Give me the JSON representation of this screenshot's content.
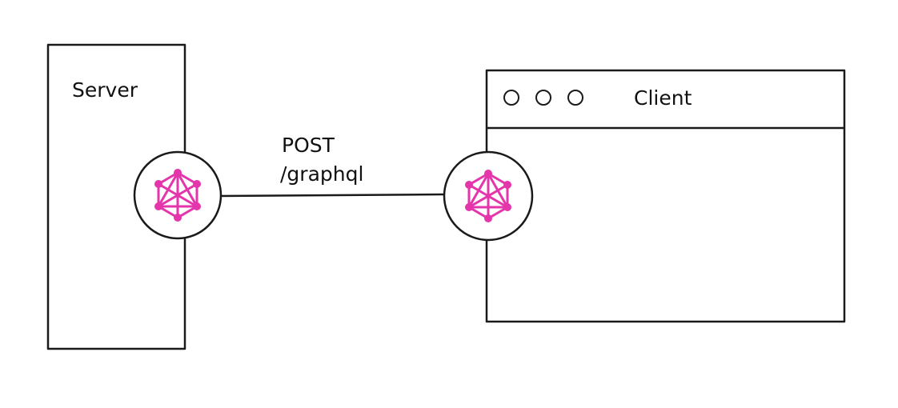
{
  "server": {
    "title": "Server"
  },
  "client": {
    "title": "Client",
    "window_dots": 3
  },
  "connection": {
    "method": "POST",
    "path": "/graphql"
  },
  "icons": {
    "server_endpoint": "graphql-logo-icon",
    "client_endpoint": "graphql-logo-icon"
  },
  "colors": {
    "stroke": "#1a1a1a",
    "graphql_pink": "#e535ab"
  }
}
